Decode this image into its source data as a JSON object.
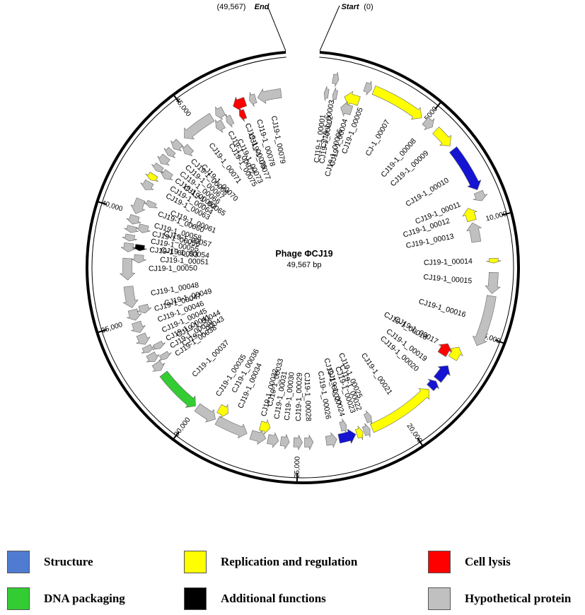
{
  "title": "Phage ΦCJ19",
  "subtitle": "49,567 bp",
  "start_label": "Start",
  "start_pos": "(0)",
  "end_label": "End",
  "end_pos": "(49,567)",
  "total_bp": 49567,
  "colors": {
    "structure": "#1414d2",
    "replication": "#ffff00",
    "lysis": "#ff0000",
    "packaging": "#33cc33",
    "additional": "#000000",
    "hypothetical": "#c0c0c0"
  },
  "ticks": [
    "5000",
    "10,000",
    "15,000",
    "20,000",
    "25,000",
    "30,000",
    "35,000",
    "40,000",
    "45,000"
  ],
  "genes": [
    {
      "id": "CJ19-1_00001",
      "start": 350,
      "end": 550,
      "strand": "-",
      "cat": "hypothetical"
    },
    {
      "id": "CJ19-1_00002",
      "start": 750,
      "end": 950,
      "strand": "-",
      "cat": "hypothetical"
    },
    {
      "id": "CJ19-1_00003",
      "start": 650,
      "end": 900,
      "strand": "+",
      "cat": "hypothetical"
    },
    {
      "id": "CJ19-1_00004",
      "start": 1300,
      "end": 2000,
      "strand": "-",
      "cat": "replication"
    },
    {
      "id": "CJ19-1_00005",
      "start": 2050,
      "end": 2350,
      "strand": "+",
      "cat": "hypothetical"
    },
    {
      "id": "CJ19-1_00006",
      "start": 1250,
      "end": 1800,
      "strand": "-",
      "cat": "hypothetical"
    },
    {
      "id": "CJ-1_00007",
      "start": 2450,
      "end": 4800,
      "strand": "+",
      "cat": "replication"
    },
    {
      "id": "CJ19-1_00008",
      "start": 5000,
      "end": 5400,
      "strand": "+",
      "cat": "hypothetical"
    },
    {
      "id": "CJ19-1_00009",
      "start": 5600,
      "end": 6500,
      "strand": "+",
      "cat": "replication"
    },
    {
      "id": "CJ19-1_00010",
      "start": 6700,
      "end": 8700,
      "strand": "+",
      "cat": "structure"
    },
    {
      "id": "CJ19-1_00011",
      "start": 8800,
      "end": 9200,
      "strand": "+",
      "cat": "hypothetical"
    },
    {
      "id": "CJ19-1_00012",
      "start": 9300,
      "end": 9900,
      "strand": "-",
      "cat": "replication"
    },
    {
      "id": "CJ19-1_00013",
      "start": 10000,
      "end": 10900,
      "strand": "-",
      "cat": "hypothetical"
    },
    {
      "id": "CJ19-1_00014",
      "start": 11700,
      "end": 11900,
      "strand": "+",
      "cat": "replication"
    },
    {
      "id": "CJ19-1_00015",
      "start": 12300,
      "end": 13200,
      "strand": "+",
      "cat": "hypothetical"
    },
    {
      "id": "CJ19-1_00016",
      "start": 13300,
      "end": 15500,
      "strand": "+",
      "cat": "hypothetical"
    },
    {
      "id": "CJ19-1_00017",
      "start": 15900,
      "end": 16500,
      "strand": "-",
      "cat": "replication"
    },
    {
      "id": "CJ19-1_00018",
      "start": 16000,
      "end": 16600,
      "strand": "-",
      "cat": "lysis"
    },
    {
      "id": "CJ19-1_00019",
      "start": 16900,
      "end": 17700,
      "strand": "-",
      "cat": "structure"
    },
    {
      "id": "CJ19-1_00020",
      "start": 17800,
      "end": 18200,
      "strand": "-",
      "cat": "structure"
    },
    {
      "id": "CJ19-1_00021",
      "start": 18300,
      "end": 21500,
      "strand": "-",
      "cat": "replication"
    },
    {
      "id": "CJ19-1_00022",
      "start": 21600,
      "end": 21900,
      "strand": "-",
      "cat": "hypothetical"
    },
    {
      "id": "CJ19-1_00023",
      "start": 21950,
      "end": 22250,
      "strand": "-",
      "cat": "replication"
    },
    {
      "id": "CJ19-1_00024",
      "start": 22300,
      "end": 23100,
      "strand": "-",
      "cat": "structure"
    },
    {
      "id": "CJ19-1_00025",
      "start": 21300,
      "end": 21600,
      "strand": "-",
      "cat": "hypothetical"
    },
    {
      "id": "CJ19-1_00026",
      "start": 23200,
      "end": 23700,
      "strand": "-",
      "cat": "hypothetical"
    },
    {
      "id": "CJ19-1_00027",
      "start": 22600,
      "end": 22900,
      "strand": "-",
      "cat": "hypothetical"
    },
    {
      "id": "CJ19-1_00028",
      "start": 24300,
      "end": 24700,
      "strand": "-",
      "cat": "hypothetical"
    },
    {
      "id": "CJ19-1_00029",
      "start": 24800,
      "end": 25200,
      "strand": "-",
      "cat": "hypothetical"
    },
    {
      "id": "CJ19-1_00030",
      "start": 25400,
      "end": 25800,
      "strand": "-",
      "cat": "hypothetical"
    },
    {
      "id": "CJ19-1_00031",
      "start": 25900,
      "end": 26400,
      "strand": "-",
      "cat": "hypothetical"
    },
    {
      "id": "CJ19-1_00032",
      "start": 26500,
      "end": 27200,
      "strand": "-",
      "cat": "hypothetical"
    },
    {
      "id": "CJ19-1_00033",
      "start": 26400,
      "end": 26900,
      "strand": "-",
      "cat": "replication"
    },
    {
      "id": "CJ19-1_00034",
      "start": 27400,
      "end": 28900,
      "strand": "-",
      "cat": "hypothetical"
    },
    {
      "id": "CJ19-1_00035",
      "start": 29000,
      "end": 30000,
      "strand": "-",
      "cat": "hypothetical"
    },
    {
      "id": "CJ19-1_00036",
      "start": 28600,
      "end": 29100,
      "strand": "-",
      "cat": "replication"
    },
    {
      "id": "CJ19-1_00037",
      "start": 30100,
      "end": 32200,
      "strand": "-",
      "cat": "packaging"
    },
    {
      "id": "CJ19-1_00038",
      "start": 32400,
      "end": 32800,
      "strand": "-",
      "cat": "hypothetical"
    },
    {
      "id": "CJ19-1_00039",
      "start": 32900,
      "end": 33300,
      "strand": "-",
      "cat": "hypothetical"
    },
    {
      "id": "CJ19-1_00041",
      "start": 33400,
      "end": 33700,
      "strand": "-",
      "cat": "hypothetical"
    },
    {
      "id": "CJ19-1_00043",
      "start": 32700,
      "end": 33000,
      "strand": "-",
      "cat": "hypothetical"
    },
    {
      "id": "CJ19-1_00044",
      "start": 33300,
      "end": 33600,
      "strand": "-",
      "cat": "hypothetical"
    },
    {
      "id": "CJ19-1_00045",
      "start": 33800,
      "end": 34300,
      "strand": "-",
      "cat": "hypothetical"
    },
    {
      "id": "CJ19-1_00046",
      "start": 34400,
      "end": 34900,
      "strand": "-",
      "cat": "hypothetical"
    },
    {
      "id": "CJ19-1_00047",
      "start": 35000,
      "end": 35500,
      "strand": "-",
      "cat": "hypothetical"
    },
    {
      "id": "CJ19-1_00048",
      "start": 35600,
      "end": 36600,
      "strand": "-",
      "cat": "hypothetical"
    },
    {
      "id": "CJ19-1_00049",
      "start": 35200,
      "end": 35600,
      "strand": "-",
      "cat": "hypothetical"
    },
    {
      "id": "CJ19-1_00050",
      "start": 36900,
      "end": 37900,
      "strand": "-",
      "cat": "hypothetical"
    },
    {
      "id": "CJ19-1_00051",
      "start": 37700,
      "end": 38100,
      "strand": "-",
      "cat": "hypothetical"
    },
    {
      "id": "CJ19-1_00053",
      "start": 38200,
      "end": 38600,
      "strand": "-",
      "cat": "hypothetical"
    },
    {
      "id": "CJ19-1_00054",
      "start": 38300,
      "end": 38600,
      "strand": "-",
      "cat": "additional"
    },
    {
      "id": "CJ19-1_00055",
      "start": 38700,
      "end": 39000,
      "strand": "-",
      "cat": "hypothetical"
    },
    {
      "id": "CJ19-1_00056",
      "start": 39100,
      "end": 39400,
      "strand": "-",
      "cat": "hypothetical"
    },
    {
      "id": "CJ19-1_00057",
      "start": 39200,
      "end": 39600,
      "strand": "-",
      "cat": "hypothetical"
    },
    {
      "id": "CJ19-1_00058",
      "start": 39500,
      "end": 39900,
      "strand": "-",
      "cat": "hypothetical"
    },
    {
      "id": "CJ19-1_00060",
      "start": 40000,
      "end": 40700,
      "strand": "-",
      "cat": "hypothetical"
    },
    {
      "id": "CJ19-1_00061",
      "start": 40500,
      "end": 40800,
      "strand": "-",
      "cat": "hypothetical"
    },
    {
      "id": "CJ19-1_00062",
      "start": 42200,
      "end": 42500,
      "strand": "-",
      "cat": "hypothetical"
    },
    {
      "id": "CJ19-1_00063",
      "start": 41200,
      "end": 41600,
      "strand": "-",
      "cat": "hypothetical"
    },
    {
      "id": "CJ19-1_00064",
      "start": 41700,
      "end": 42000,
      "strand": "-",
      "cat": "replication"
    },
    {
      "id": "CJ19-1_00065",
      "start": 42100,
      "end": 42500,
      "strand": "-",
      "cat": "hypothetical"
    },
    {
      "id": "CJ19-1_00066",
      "start": 42600,
      "end": 43000,
      "strand": "-",
      "cat": "hypothetical"
    },
    {
      "id": "CJ19-1_00067",
      "start": 43100,
      "end": 43400,
      "strand": "-",
      "cat": "hypothetical"
    },
    {
      "id": "CJ19-1_00068",
      "start": 43500,
      "end": 43900,
      "strand": "-",
      "cat": "hypothetical"
    },
    {
      "id": "CJ19-1_00070",
      "start": 43700,
      "end": 44100,
      "strand": "-",
      "cat": "hypothetical"
    },
    {
      "id": "CJ19-1_00071",
      "start": 44200,
      "end": 45800,
      "strand": "-",
      "cat": "hypothetical"
    },
    {
      "id": "CJ19-1_00072",
      "start": 46000,
      "end": 46400,
      "strand": "-",
      "cat": "hypothetical"
    },
    {
      "id": "CJ19-1_00073",
      "start": 46300,
      "end": 46600,
      "strand": "-",
      "cat": "hypothetical"
    },
    {
      "id": "CJ19-1_00075",
      "start": 45700,
      "end": 46100,
      "strand": "-",
      "cat": "hypothetical"
    },
    {
      "id": "CJ19-1_00076",
      "start": 46900,
      "end": 47500,
      "strand": "-",
      "cat": "lysis"
    },
    {
      "id": "CJ19-1_00077",
      "start": 47000,
      "end": 47300,
      "strand": "-",
      "cat": "lysis"
    },
    {
      "id": "CJ19-1_00078",
      "start": 47700,
      "end": 48000,
      "strand": "-",
      "cat": "hypothetical"
    },
    {
      "id": "CJ19-1_00079",
      "start": 48100,
      "end": 49200,
      "strand": "-",
      "cat": "hypothetical"
    }
  ],
  "legend": [
    {
      "label": "Structure",
      "cat": "structure"
    },
    {
      "label": "Replication and regulation",
      "cat": "replication"
    },
    {
      "label": "Cell lysis",
      "cat": "lysis"
    },
    {
      "label": "DNA packaging",
      "cat": "packaging"
    },
    {
      "label": "Additional  functions",
      "cat": "additional"
    },
    {
      "label": "Hypothetical protein",
      "cat": "hypothetical"
    }
  ]
}
